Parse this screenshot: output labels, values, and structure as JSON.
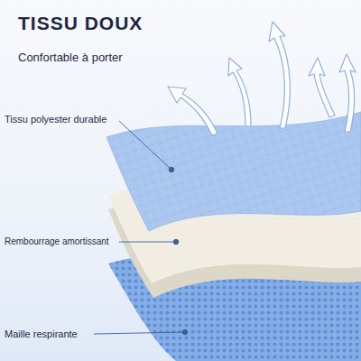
{
  "diagram": {
    "title": "TISSU DOUX",
    "labels": [
      "Confortable à porter",
      "Tissu polyester durable",
      "Rembourrage amortissant",
      "Maille respirante"
    ]
  }
}
